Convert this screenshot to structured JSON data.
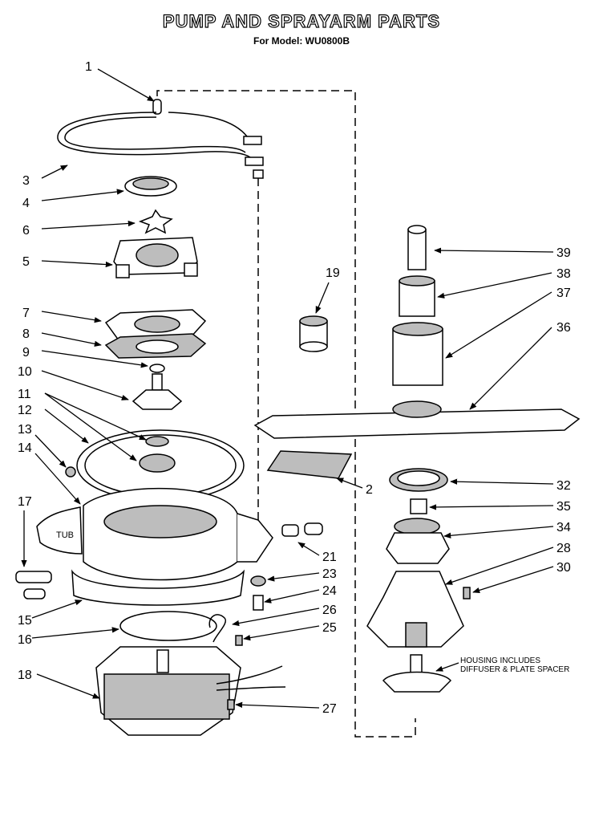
{
  "title": "PUMP AND SPRAYARM PARTS",
  "subtitle": "For Model: WU0800B",
  "tub_label": "TUB",
  "housing_note": [
    "HOUSING INCLUDES",
    "DIFFUSER & PLATE SPACER"
  ],
  "labels": {
    "p1": "1",
    "p2": "2",
    "p3": "3",
    "p4": "4",
    "p5": "5",
    "p6": "6",
    "p7": "7",
    "p8": "8",
    "p9": "9",
    "p10": "10",
    "p11": "11",
    "p12": "12",
    "p13": "13",
    "p14": "14",
    "p15": "15",
    "p16": "16",
    "p17": "17",
    "p18": "18",
    "p19": "19",
    "p21": "21",
    "p23": "23",
    "p24": "24",
    "p25": "25",
    "p26": "26",
    "p27": "27",
    "p28": "28",
    "p30": "30",
    "p32": "32",
    "p34": "34",
    "p35": "35",
    "p36": "36",
    "p37": "37",
    "p38": "38",
    "p39": "39"
  },
  "colors": {
    "ink": "#000000",
    "paper": "#ffffff",
    "shade": "#bdbdbd"
  }
}
